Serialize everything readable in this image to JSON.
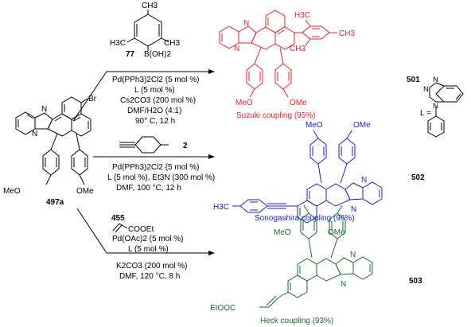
{
  "reagents": {
    "suzuki": {
      "boronic_top": "CH3",
      "boronic_left": "H3C",
      "boronic_right": "CH3",
      "boronic_number": "77",
      "boronic_group": "B(OH)2",
      "line1": "Pd(PPh3)2Cl2 (5 mol %)",
      "line2": "L (5 mol %)",
      "line3": "Cs2CO3 (200 mol %)",
      "line4": "DMF/H2O (4:1)",
      "line5": "90° C, 12 h"
    },
    "sonogashira": {
      "alkyne_number": "2",
      "line1": "Pd(PPh3)2Cl2 (5 mol %)",
      "line2": "L (5 mol %), Et3N (300 mol %)",
      "line3": "DMF, 100 °C, 12 h"
    },
    "heck": {
      "acrylate_number": "455",
      "acrylate_group": "COOEt",
      "line1": "Pd(OAc)2 (5 mol %)",
      "line2": "L (5 mol %)",
      "line3": "K2CO3 (200 mol %)",
      "line4": "DMF, 120 °C, 8 h"
    }
  },
  "start_material": {
    "number": "497a",
    "br": "Br",
    "n1": "N",
    "n2": "N",
    "meo_left": "MeO",
    "meo_right": "OMe"
  },
  "products": {
    "suzuki": {
      "number": "501",
      "caption": "Suzuki coupling (95%)",
      "meo_left": "MeO",
      "meo_right": "OMe",
      "h3c": "H3C",
      "ch3": "CH3",
      "n1": "N",
      "n2": "N",
      "color": "#e8202a"
    },
    "sonogashira": {
      "number": "502",
      "caption": "Sonogashira coupling (96%)",
      "meo_left": "MeO",
      "meo_right": "OMe",
      "h3c": "H3C",
      "n1": "N",
      "n2": "N",
      "color": "#1c21c9"
    },
    "heck": {
      "number": "503",
      "caption": "Heck coupling (93%)",
      "meo_left": "MeO",
      "meo_right": "OMe",
      "ester": "EtOOC",
      "n1": "N",
      "n2": "N",
      "color": "#1a6b2a"
    }
  },
  "ligand": {
    "label": "L =",
    "n1": "N",
    "n2": "N",
    "n3": "N"
  }
}
